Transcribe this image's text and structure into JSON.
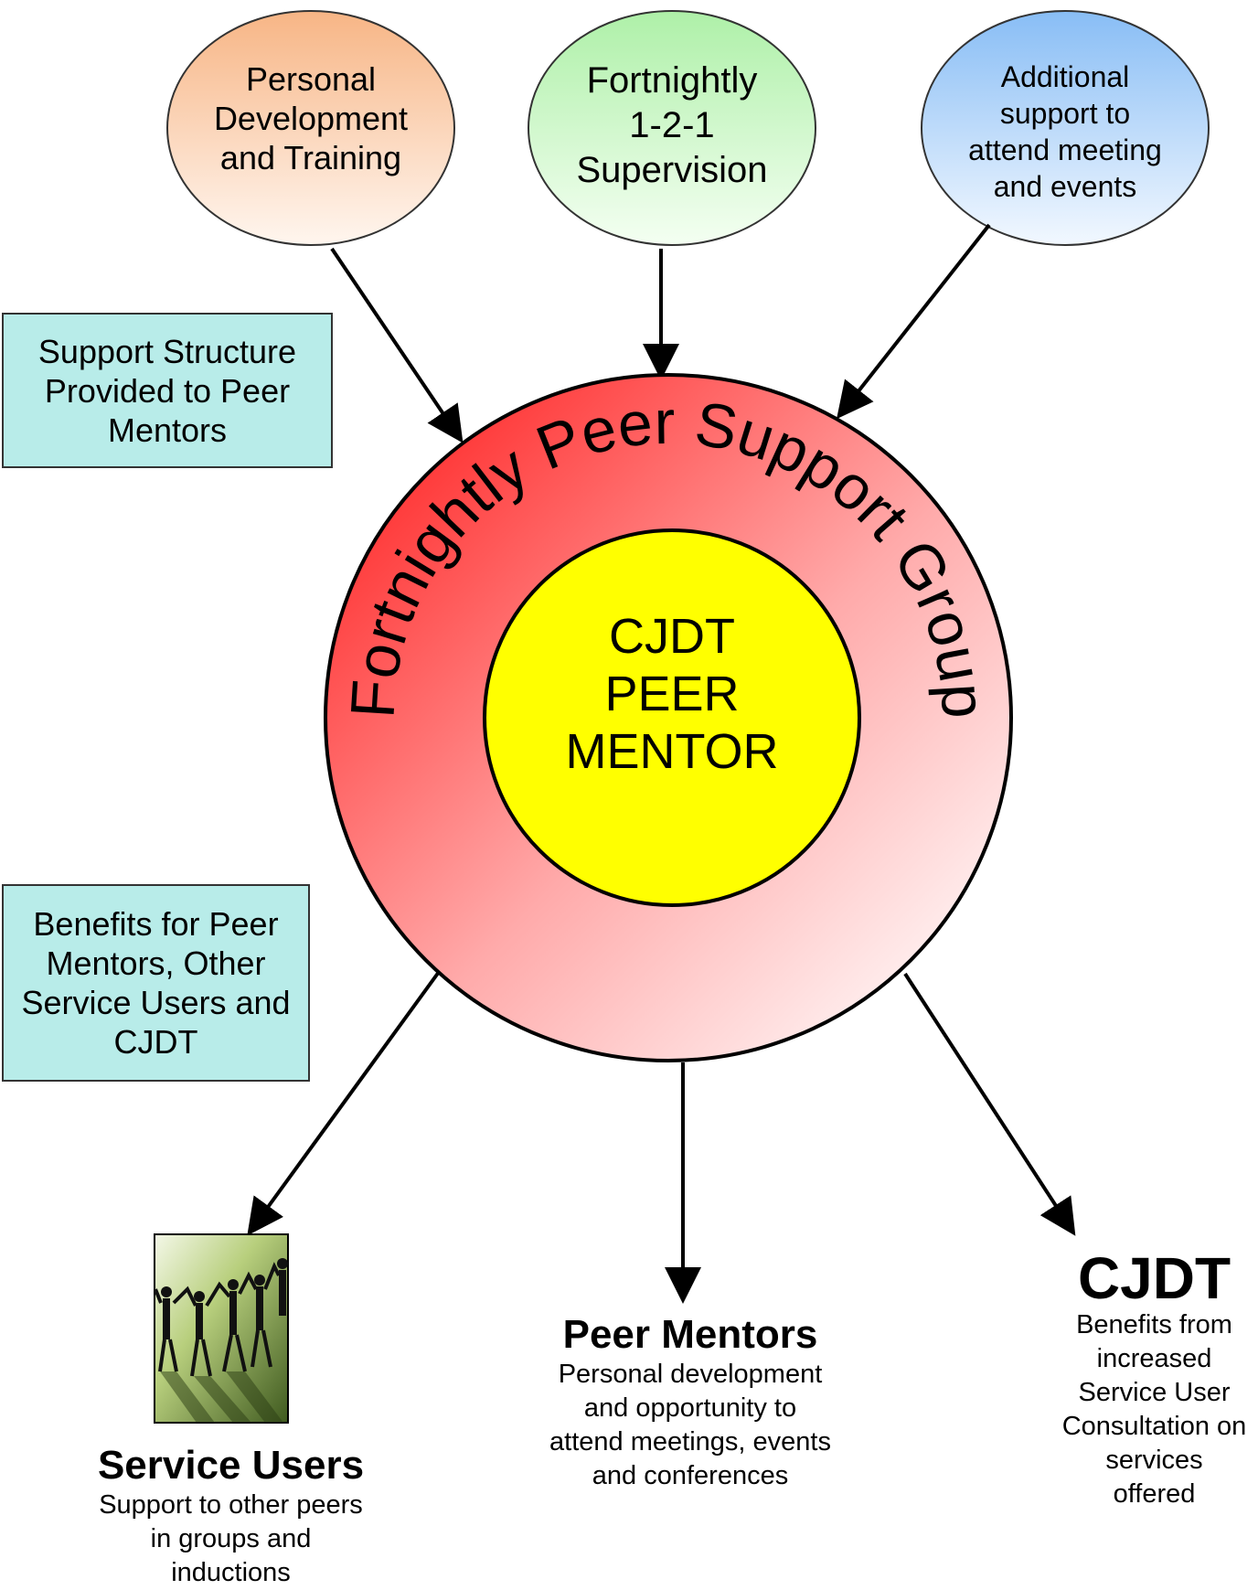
{
  "support_nodes": [
    {
      "text": "Personal Development and Training",
      "lines": [
        "Personal",
        "Development",
        "and Training"
      ]
    },
    {
      "text": "Fortnightly 1-2-1 Supervision",
      "lines": [
        "Fortnightly",
        "1-2-1",
        "Supervision"
      ]
    },
    {
      "text": "Additional support to attend meeting and events",
      "lines": [
        "Additional",
        "support to",
        "attend meeting",
        "and events"
      ]
    }
  ],
  "info_boxes": {
    "support_structure": "Support Structure Provided to Peer Mentors",
    "benefits": "Benefits for Peer Mentors, Other Service Users and CJDT"
  },
  "ring_text": "Fortnightly Peer Support Group",
  "center": {
    "lines": [
      "CJDT",
      "PEER",
      "MENTOR"
    ]
  },
  "outcomes": {
    "service_users": {
      "title": "Service Users",
      "lines": [
        "Support to other peers",
        "in groups and",
        "inductions"
      ],
      "icon": "people-holding-hands-icon"
    },
    "peer_mentors": {
      "title": "Peer Mentors",
      "lines": [
        "Personal development",
        "and opportunity to",
        "attend meetings, events",
        "and conferences"
      ]
    },
    "cjdt": {
      "title": "CJDT",
      "lines": [
        "Benefits from",
        "increased",
        "Service User",
        "Consultation on",
        "services",
        "offered"
      ]
    }
  },
  "colors": {
    "ellipse_orange": "#f7b98a",
    "ellipse_green": "#b5f0b0",
    "ellipse_blue": "#8dc3f5",
    "ring_red": "#ff3b3b",
    "center_yellow": "#ffff00",
    "box_teal": "#b8ece9"
  }
}
